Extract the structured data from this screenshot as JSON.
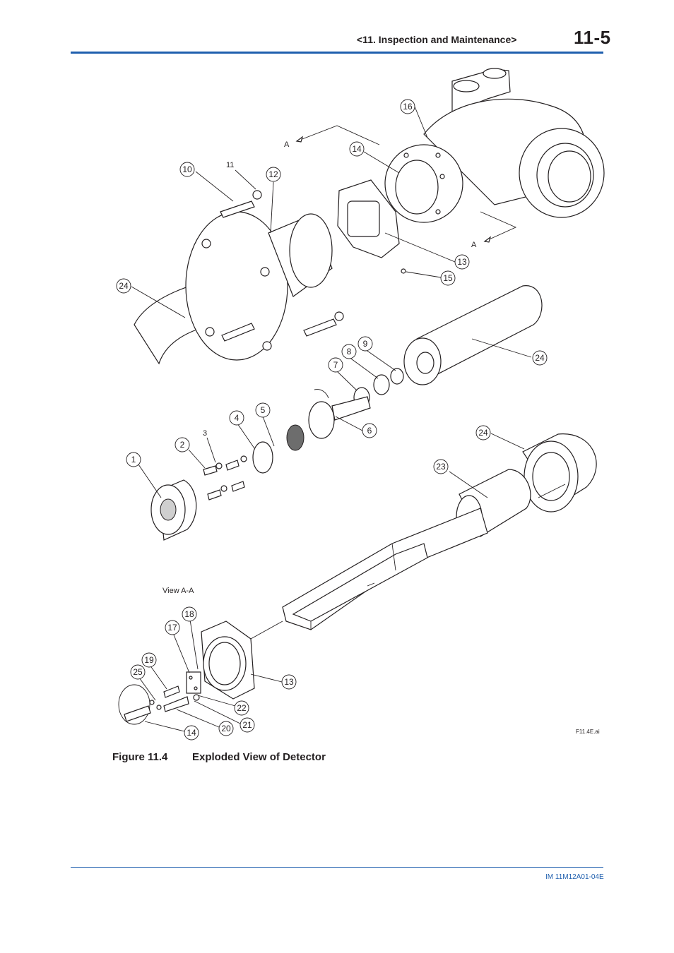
{
  "header": {
    "section_title": "<11. Inspection and Maintenance>",
    "page_number": "11-5"
  },
  "figure": {
    "number": "Figure 11.4",
    "title": "Exploded View of Detector",
    "file_ref": "F11.4E.ai",
    "view_label": "View  A-A",
    "section_marker": "A"
  },
  "footer": {
    "doc_number": "IM 11M12A01-04E"
  },
  "callouts": [
    "16",
    "14",
    "10",
    "11",
    "12",
    "24",
    "13",
    "15",
    "24",
    "9",
    "8",
    "7",
    "6",
    "5",
    "4",
    "3",
    "2",
    "1",
    "24",
    "23",
    "18",
    "17",
    "19",
    "25",
    "13",
    "22",
    "21",
    "20",
    "14"
  ],
  "colors": {
    "accent_rule": "#1f5fae",
    "ink": "#231f20"
  }
}
